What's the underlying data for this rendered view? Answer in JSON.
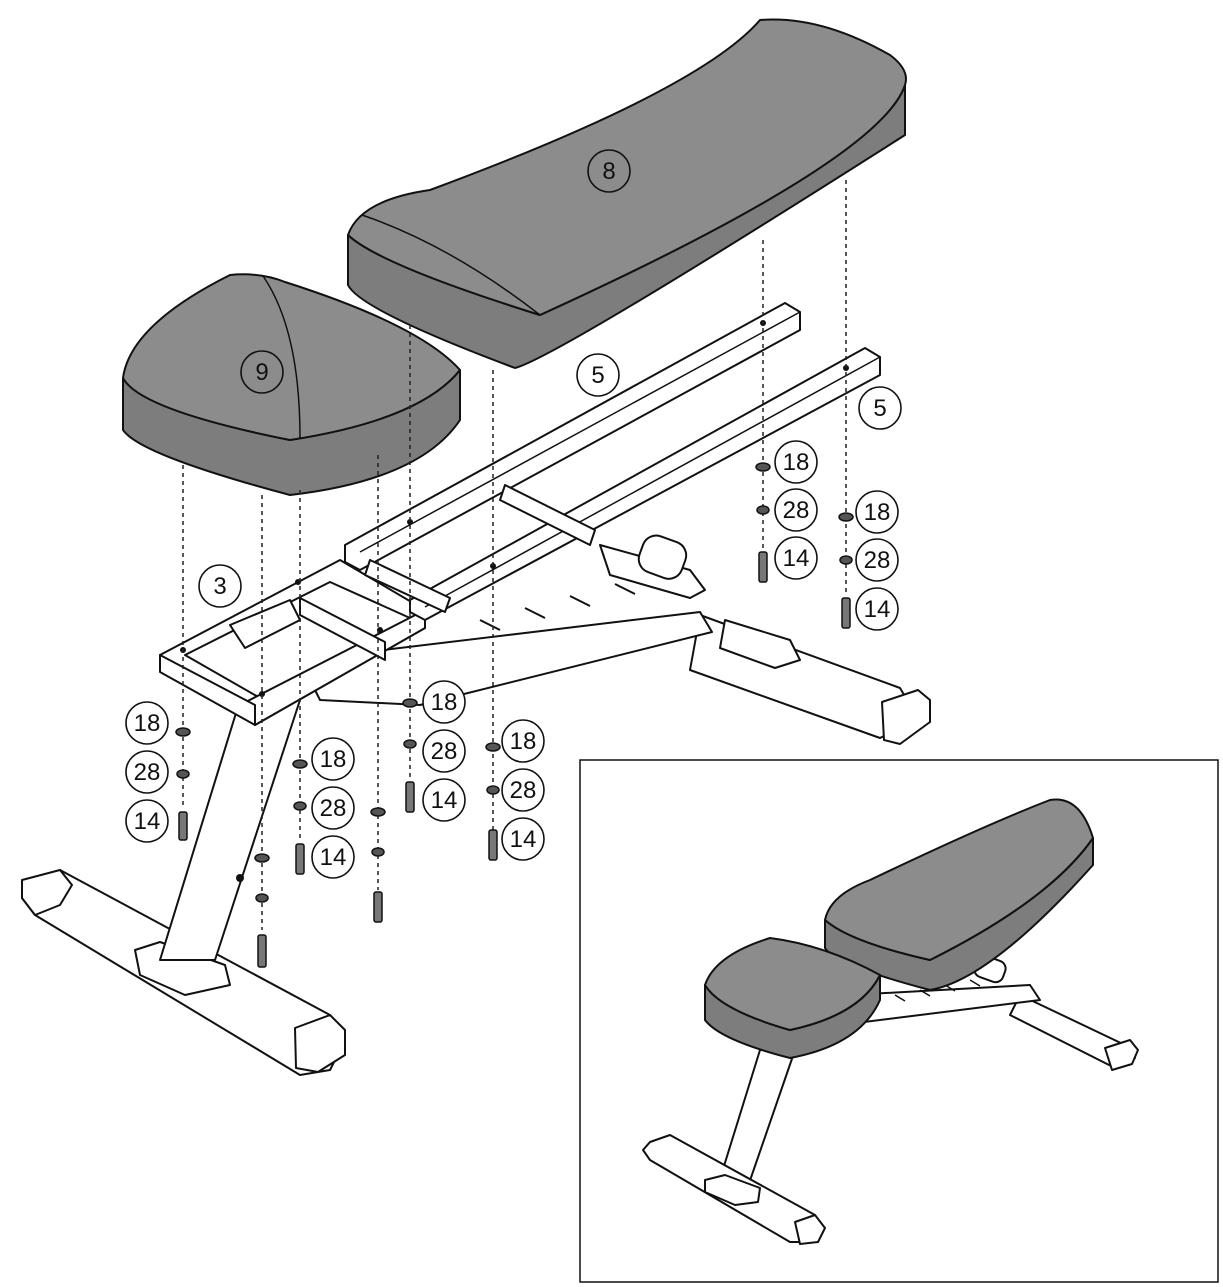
{
  "parts": {
    "backrest_pad": "8",
    "seat_pad": "9",
    "main_frame": "3",
    "pad_rail_upper": "5",
    "pad_rail_lower": "5"
  },
  "hardware_sets": [
    {
      "washer": "18",
      "lock_washer": "28",
      "bolt": "14"
    },
    {
      "washer": "18",
      "lock_washer": "28",
      "bolt": "14"
    },
    {
      "washer": "18",
      "lock_washer": "28",
      "bolt": "14"
    },
    {
      "washer": "18",
      "lock_washer": "28",
      "bolt": "14"
    },
    {
      "washer": "18",
      "lock_washer": "28",
      "bolt": "14"
    },
    {
      "washer": "18",
      "lock_washer": "28",
      "bolt": "14"
    }
  ],
  "colors": {
    "pad": "#8c8c8c",
    "line": "#111111",
    "frame": "#ffffff"
  }
}
